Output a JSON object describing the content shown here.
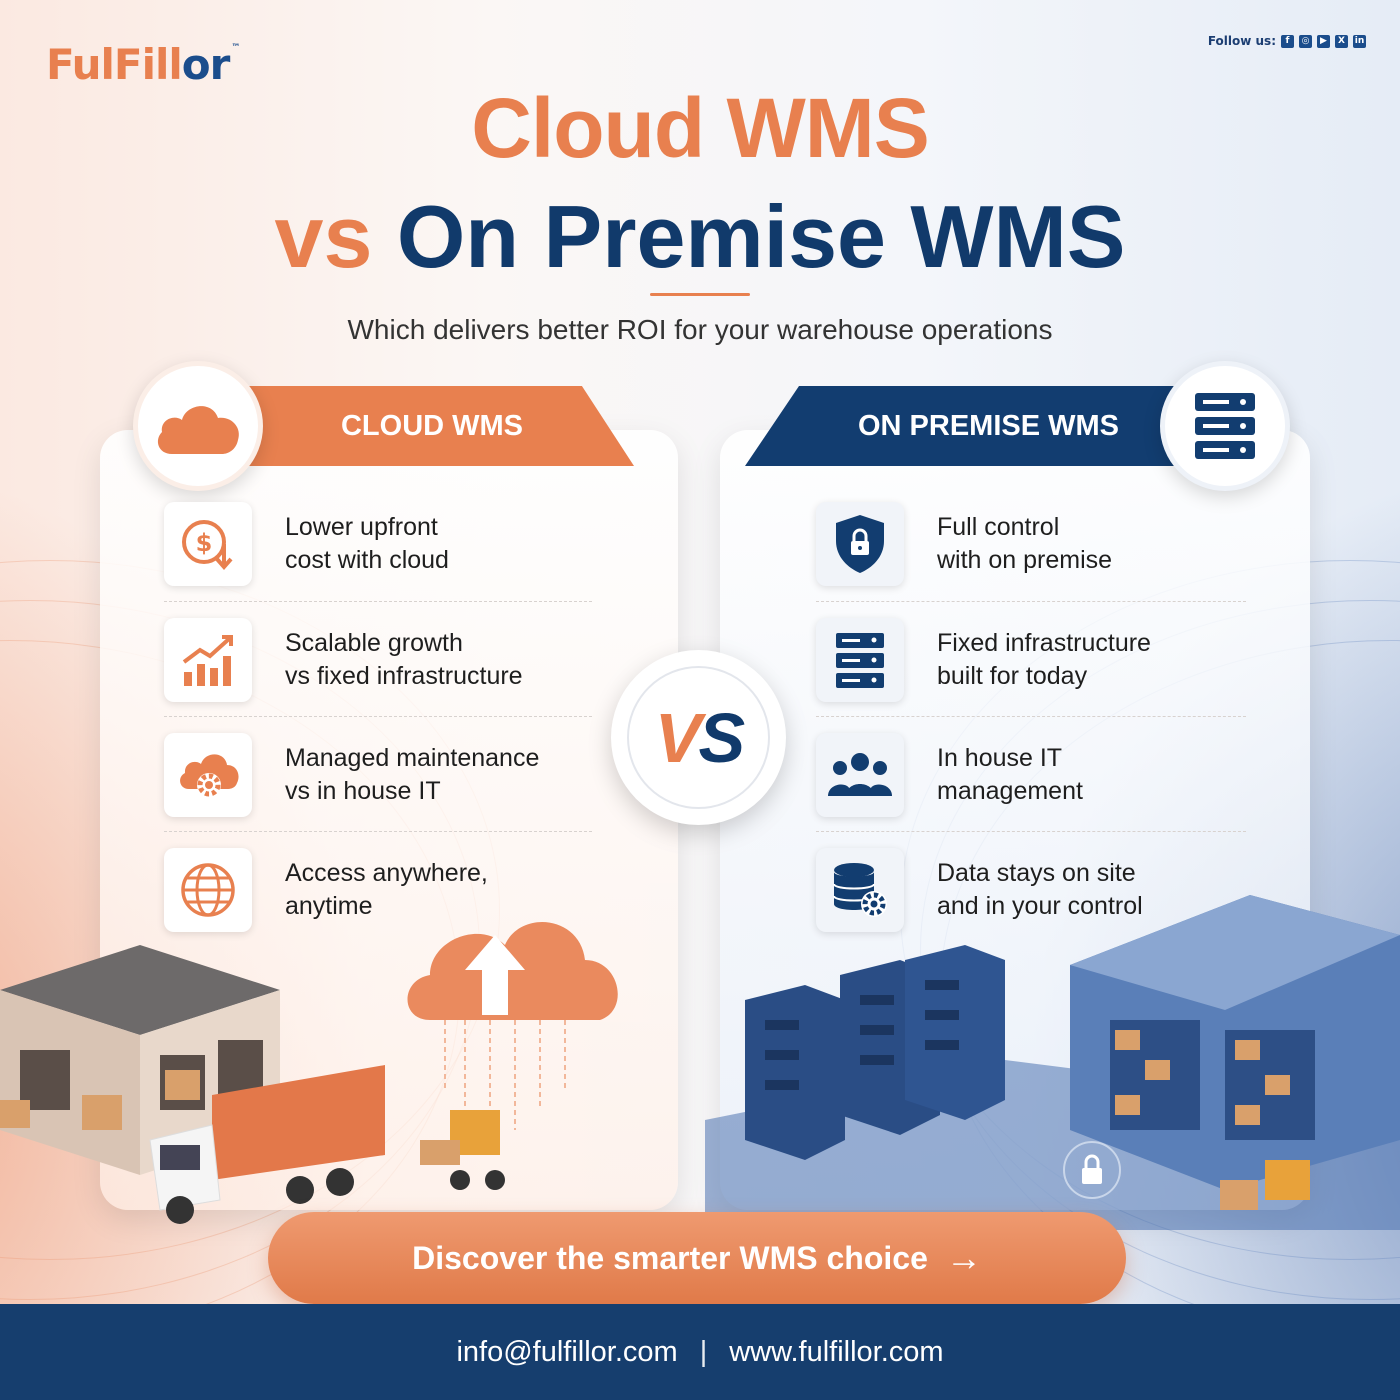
{
  "brand": {
    "logo_part1": "FulFill",
    "logo_part2": "or",
    "tm": "™"
  },
  "follow": {
    "label": "Follow us:",
    "icons": [
      "facebook-icon",
      "instagram-icon",
      "youtube-icon",
      "x-icon",
      "linkedin-icon"
    ],
    "glyphs": [
      "f",
      "◎",
      "▶",
      "X",
      "in"
    ]
  },
  "title": {
    "line1": "Cloud WMS",
    "line2_vs": "vs",
    "line2_rest": "On Premise WMS"
  },
  "subtitle": "Which delivers better ROI for your warehouse operations",
  "colors": {
    "orange": "#e8804f",
    "navy": "#113a6b",
    "footer": "#163e6e"
  },
  "cloud": {
    "heading": "CLOUD WMS",
    "items": [
      {
        "line1": "Lower upfront",
        "line2": "cost with cloud",
        "icon": "dollar-down-icon"
      },
      {
        "line1": "Scalable growth",
        "line2": "vs fixed infrastructure",
        "icon": "growth-chart-icon"
      },
      {
        "line1": "Managed maintenance",
        "line2": "vs in house IT",
        "icon": "cloud-gear-icon"
      },
      {
        "line1": "Access anywhere,",
        "line2": "anytime",
        "icon": "globe-icon"
      }
    ]
  },
  "onprem": {
    "heading": "ON PREMISE WMS",
    "items": [
      {
        "line1": "Full control",
        "line2": "with on premise",
        "icon": "shield-lock-icon"
      },
      {
        "line1": "Fixed infrastructure",
        "line2": "built for today",
        "icon": "server-icon"
      },
      {
        "line1": "In house IT",
        "line2": "management",
        "icon": "team-icon"
      },
      {
        "line1": "Data stays on site",
        "line2": "and in your control",
        "icon": "database-gear-icon"
      }
    ]
  },
  "vs": {
    "v": "V",
    "s": "S"
  },
  "cta": {
    "label": "Discover the smarter WMS choice",
    "arrow": "→"
  },
  "footer": {
    "email": "info@fulfillor.com",
    "separator": "|",
    "website": "www.fulfillor.com"
  }
}
